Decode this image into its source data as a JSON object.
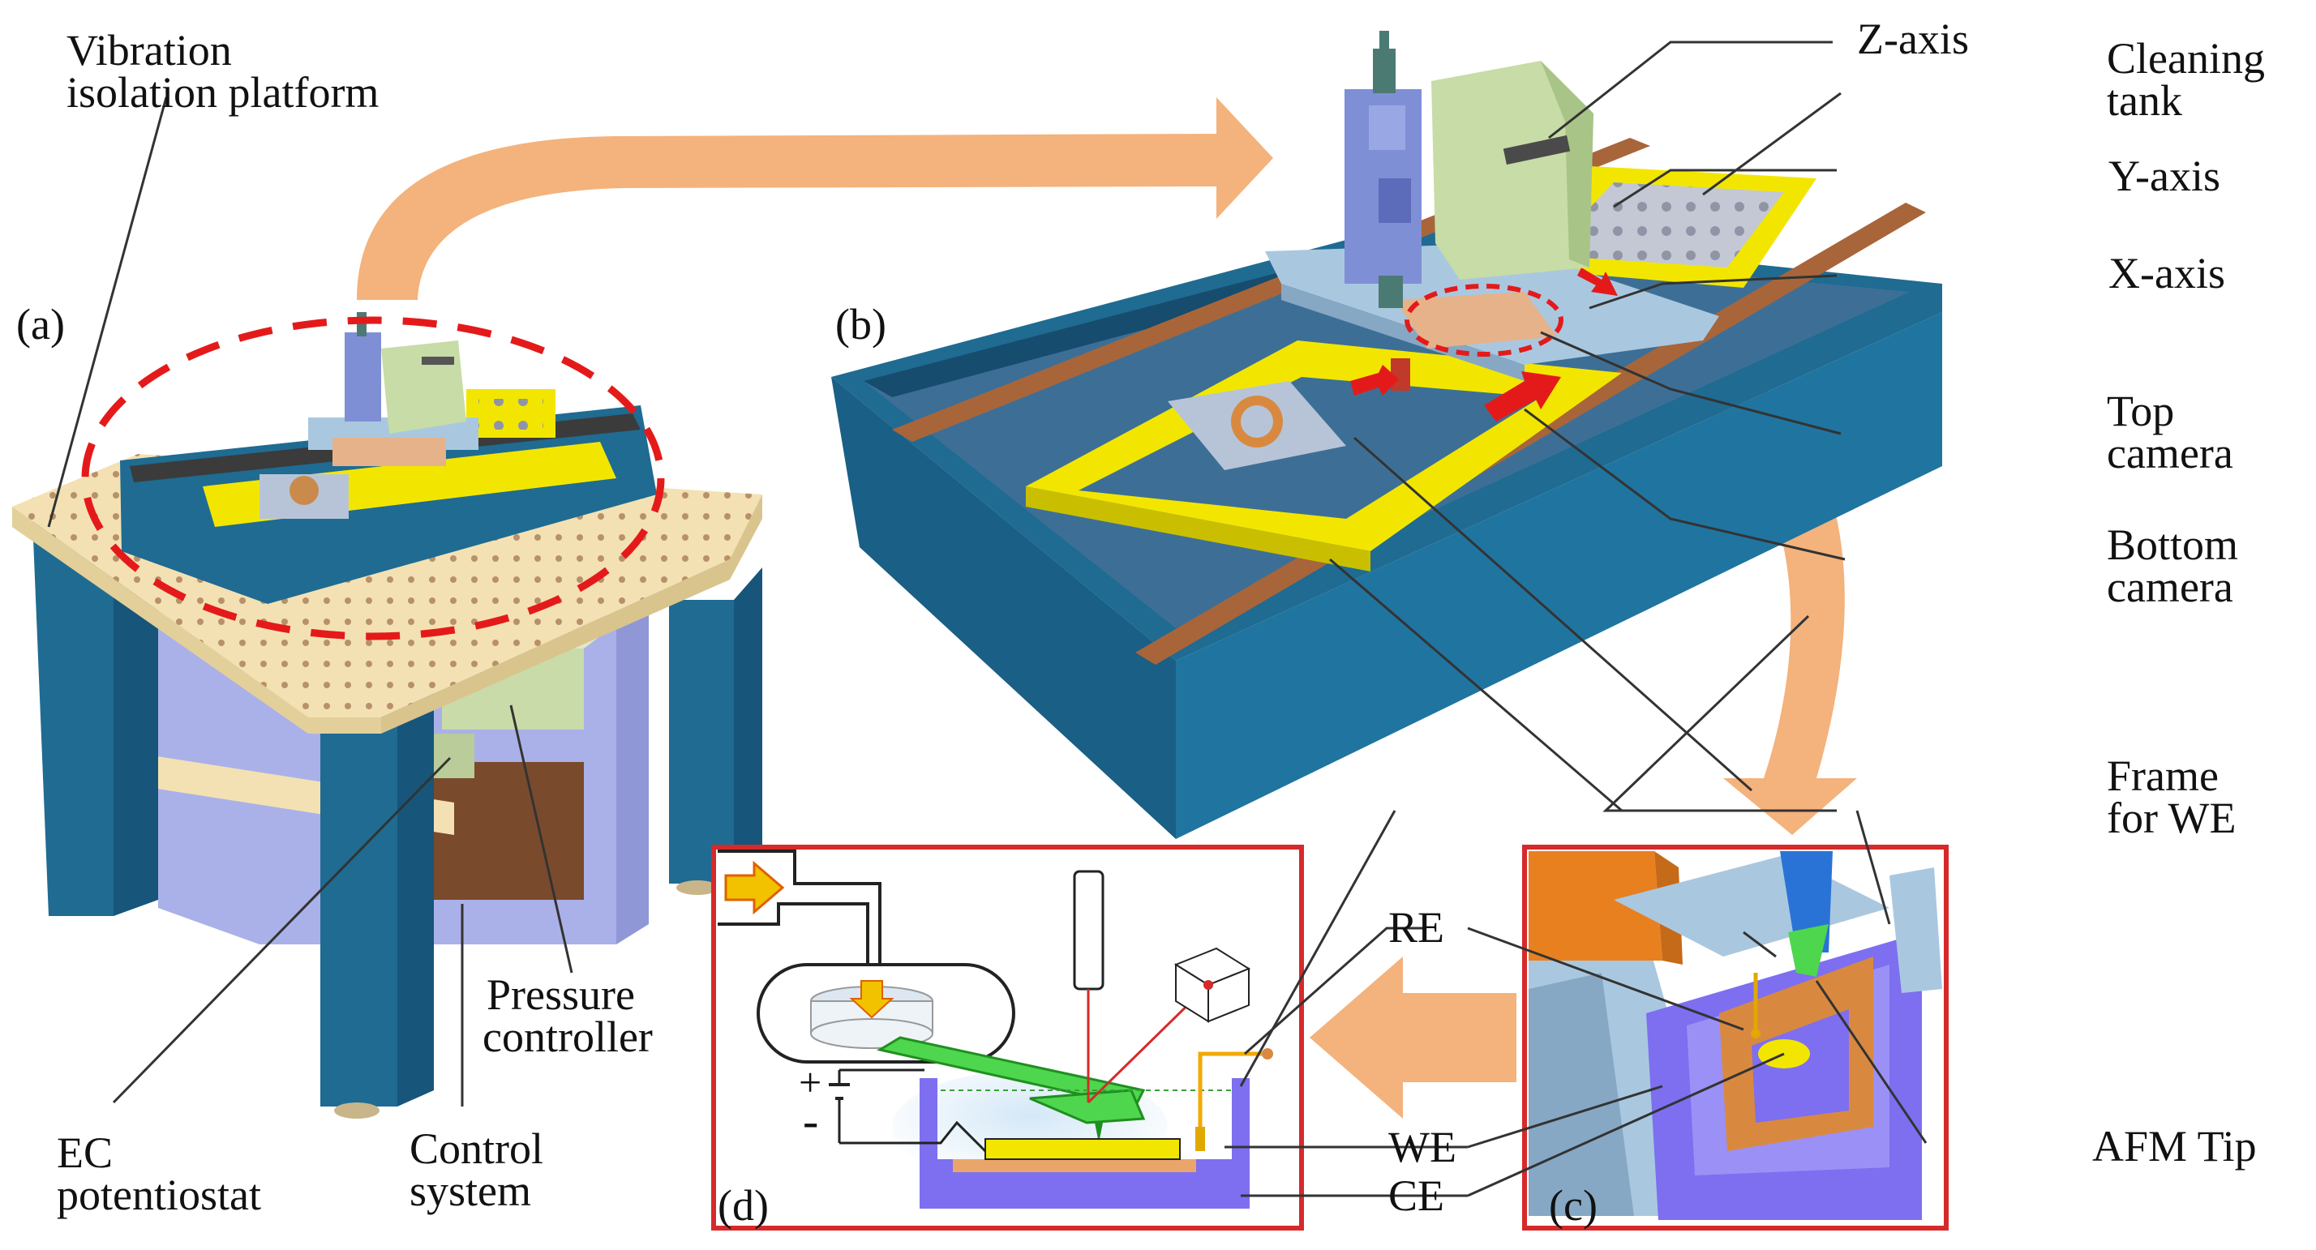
{
  "labels": {
    "a": "(a)",
    "b": "(b)",
    "c": "(c)",
    "d": "(d)",
    "vibration_1": "Vibration",
    "vibration_2": "isolation platform",
    "z_axis": "Z-axis",
    "cleaning_1": "Cleaning",
    "cleaning_2": "tank",
    "y_axis": "Y-axis",
    "x_axis": "X-axis",
    "top_camera_1": "Top",
    "top_camera_2": "camera",
    "bottom_camera_1": "Bottom",
    "bottom_camera_2": "camera",
    "frame_1": "Frame",
    "frame_2": "for WE",
    "afm_tip": "AFM Tip",
    "re": "RE",
    "we": "WE",
    "ce": "CE",
    "ec_1": "EC",
    "ec_2": "potentiostat",
    "control_1": "Control",
    "control_2": "system",
    "pressure_1": "Pressure",
    "pressure_2": "controller",
    "plus": "+",
    "minus": "-"
  },
  "colors": {
    "frame_blue": "#1f6b92",
    "rail_yellow": "#f2e600",
    "rail_brown": "#a8653a",
    "column_blue": "#7f8fd6",
    "head_green": "#c7dca6",
    "stage_blue": "#a9c8e0",
    "arrow_orange": "#f4b27c",
    "panel_red": "#d62a2a",
    "cell_purple": "#7d6ff0",
    "cantilever_green": "#4ed64e",
    "platform_beige": "#f3e1b3",
    "cabinet_lavender": "#aab1e8"
  }
}
